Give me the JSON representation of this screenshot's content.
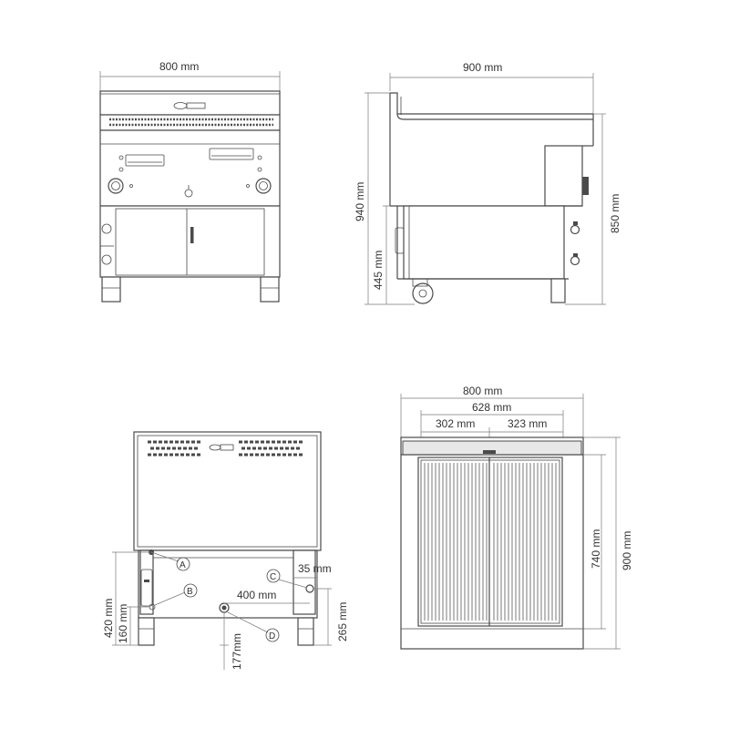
{
  "front_view": {
    "width": "800 mm"
  },
  "side_view": {
    "depth": "900 mm",
    "height_total": "940 mm",
    "height_worktop": "850 mm",
    "height_base": "445 mm"
  },
  "back_view": {
    "h_connection": "420 mm",
    "h_b": "160 mm",
    "h_d": "177mm",
    "h_c": "265 mm",
    "w_offset": "400 mm",
    "w_c": "35 mm",
    "markers": [
      "A",
      "B",
      "C",
      "D"
    ]
  },
  "top_view": {
    "width_outer": "800 mm",
    "width_inner": "628 mm",
    "left_zone": "302 mm",
    "right_zone": "323 mm",
    "depth_outer": "900 mm",
    "depth_inner": "740 mm"
  }
}
